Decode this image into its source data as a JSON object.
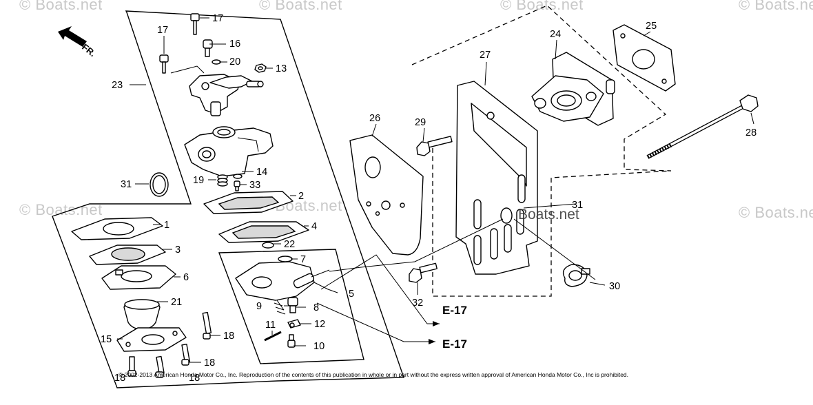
{
  "watermarks": {
    "w1": "© Boats.net",
    "w2": "© Boats.net",
    "w3": "© Boats.net",
    "w4": "© Boats.net",
    "w5": "© Boats.net",
    "w6": "© Boats.net",
    "w7": "© Boats.net",
    "w8": "Boats.net"
  },
  "orientation": {
    "label": "FR."
  },
  "parts": {
    "p1": "1",
    "p2": "2",
    "p3": "3",
    "p4": "4",
    "p5": "5",
    "p6": "6",
    "p7": "7",
    "p8": "8",
    "p9": "9",
    "p10": "10",
    "p11": "11",
    "p12": "12",
    "p13": "13",
    "p14": "14",
    "p15": "15",
    "p16": "16",
    "p17a": "17",
    "p17b": "17",
    "p18a": "18",
    "p18b": "18",
    "p18c": "18",
    "p18d": "18",
    "p19": "19",
    "p20": "20",
    "p21": "21",
    "p22": "22",
    "p23": "23",
    "p24": "24",
    "p25": "25",
    "p26": "26",
    "p27": "27",
    "p28": "28",
    "p29": "29",
    "p30": "30",
    "p31a": "31",
    "p31b": "31",
    "p32": "32",
    "p33": "33"
  },
  "references": {
    "e17a": "E-17",
    "e17b": "E-17"
  },
  "copyright": "© 2002-2013 American Honda Motor Co., Inc. Reproduction of the contents of this publication in whole or in part without the express written approval of American Honda Motor Co., Inc is prohibited."
}
